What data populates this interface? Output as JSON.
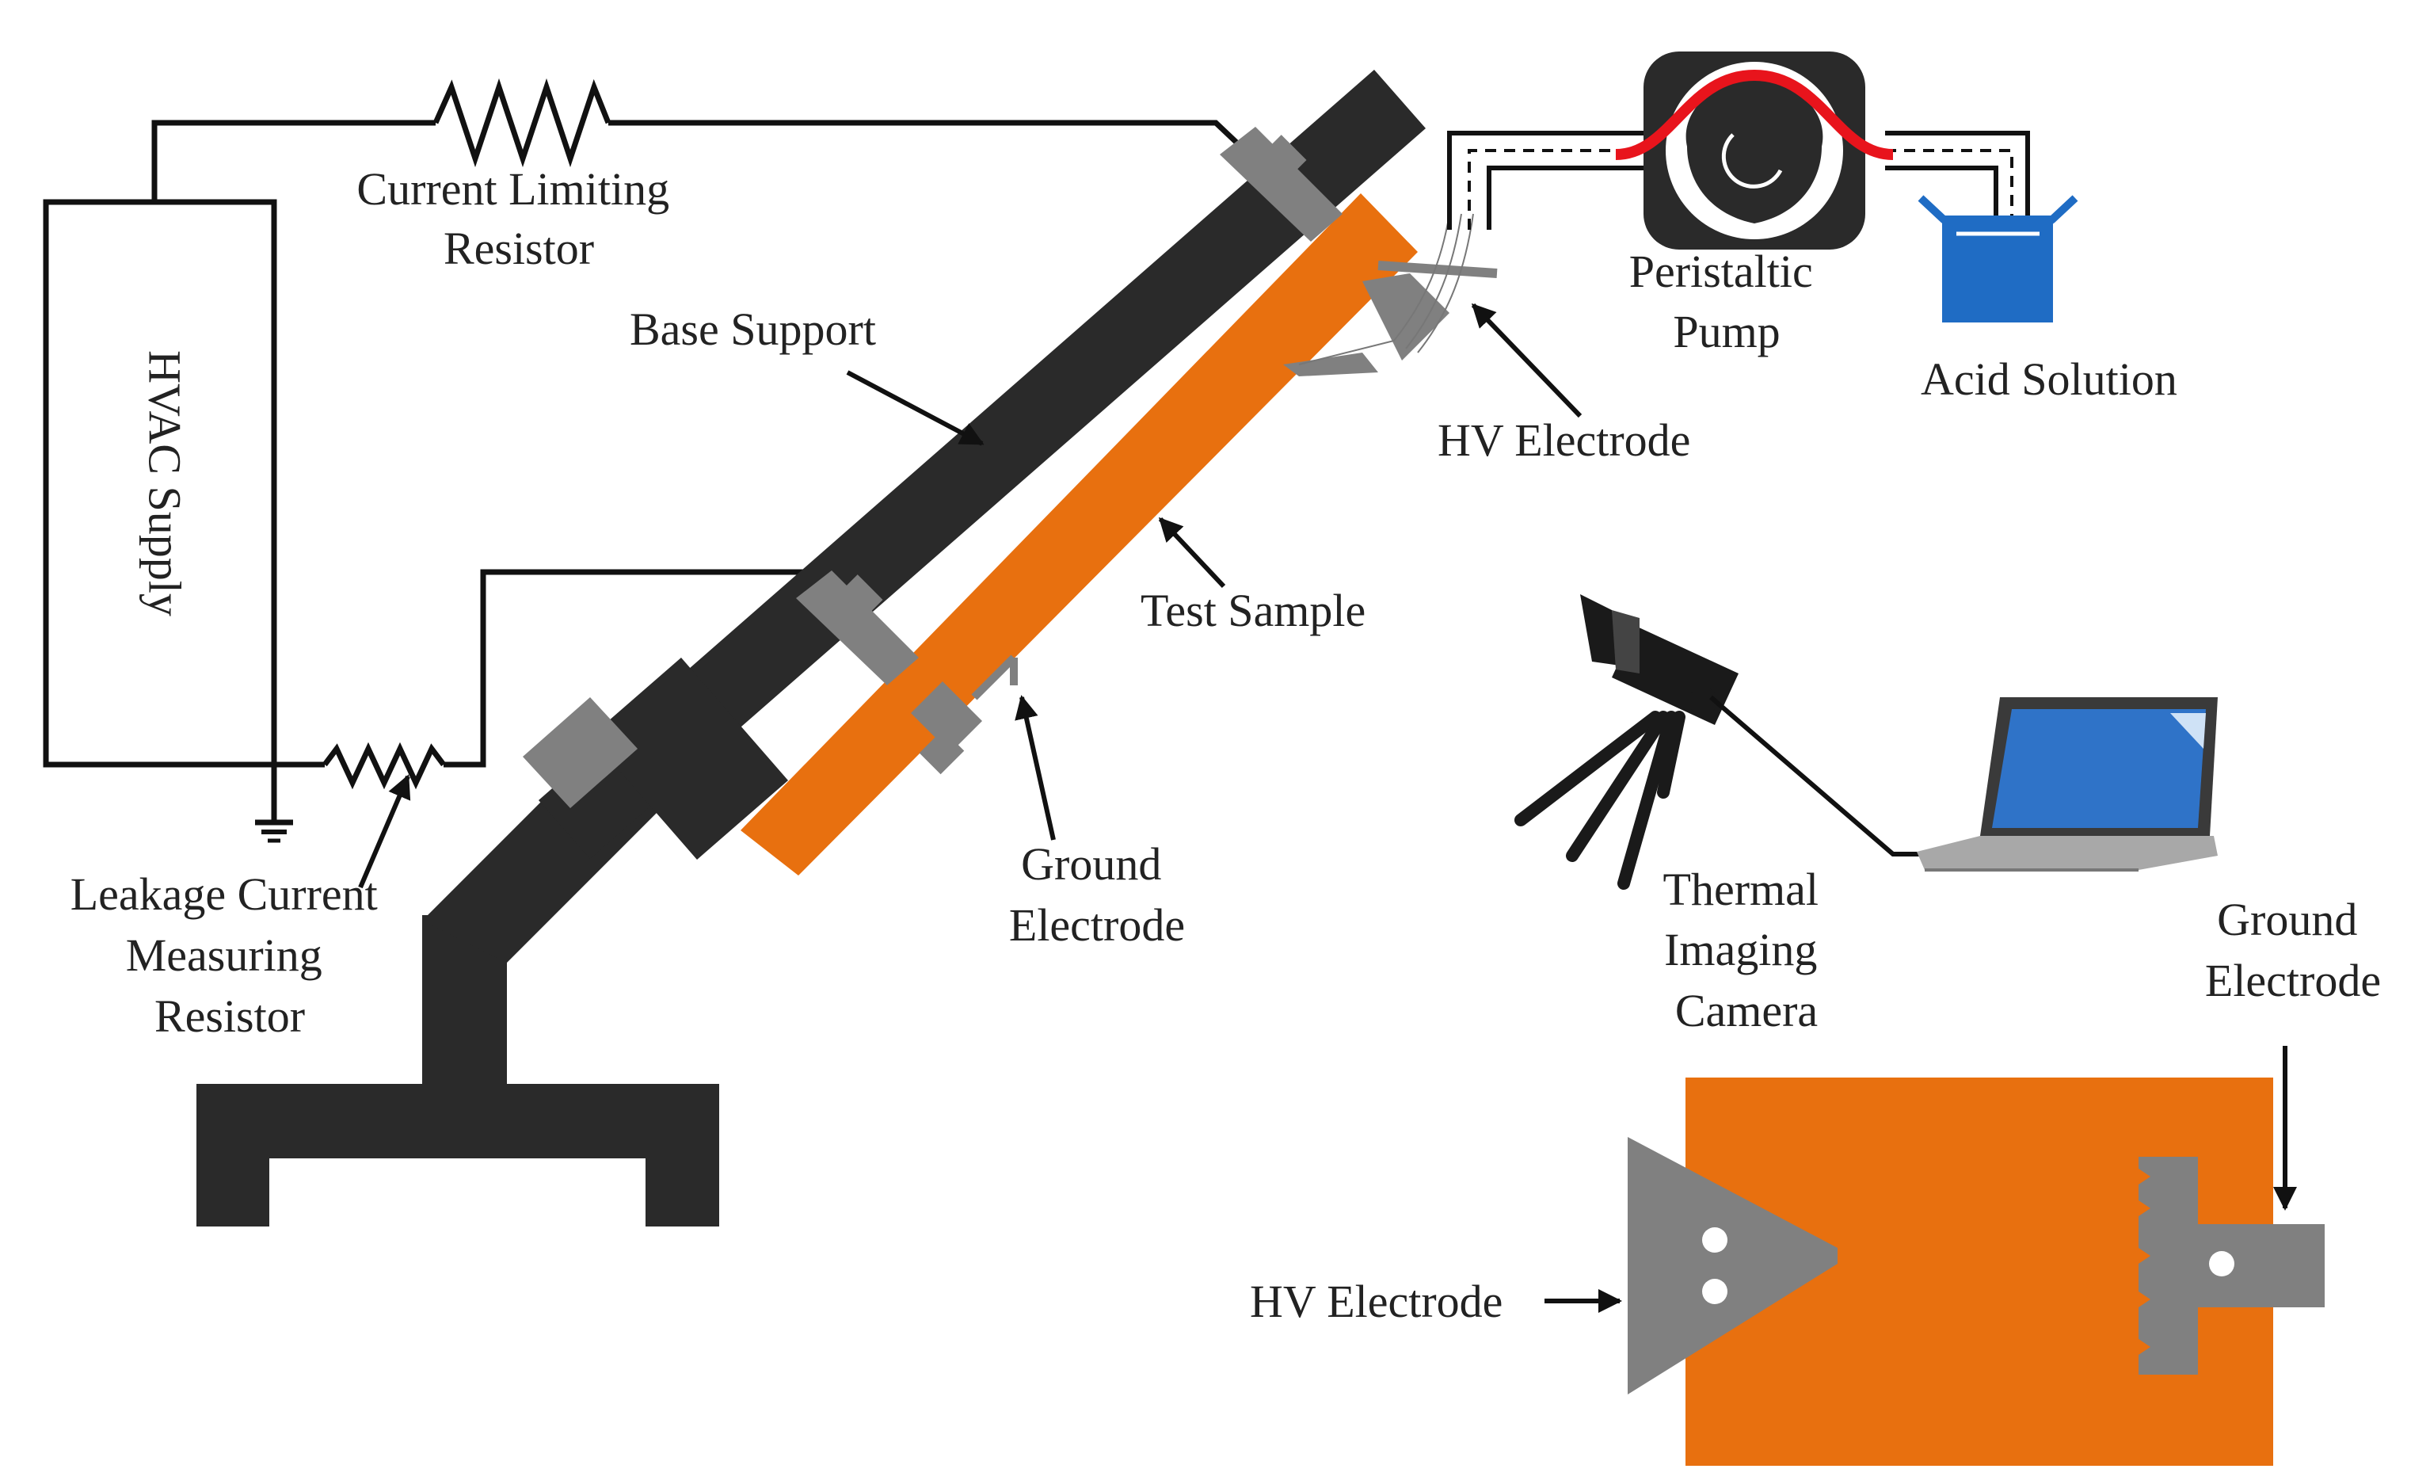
{
  "labels": {
    "current_limiting_resistor": [
      "Current Limiting",
      "Resistor"
    ],
    "hvac_supply": "HVAC Supply",
    "base_support": "Base Support",
    "peristaltic_pump": [
      "Peristaltic",
      "Pump"
    ],
    "acid_solution": "Acid Solution",
    "hv_electrode_top": "HV Electrode",
    "test_sample": "Test Sample",
    "leakage_current_resistor": [
      "Leakage Current",
      "Measuring",
      "Resistor"
    ],
    "ground_electrode_left": [
      "Ground",
      "Electrode"
    ],
    "thermal_imaging_camera": [
      "Thermal",
      "Imaging",
      "Camera"
    ],
    "ground_electrode_right": [
      "Ground",
      "Electrode"
    ],
    "hv_electrode_bottom": "HV Electrode"
  },
  "colors": {
    "support": "#2a2a2a",
    "sample": "#e8700f",
    "electrode": "#808080",
    "wire": "#111111",
    "tube": "#e8141c",
    "beaker": "#1f6cc4",
    "screen": "#2f73c8"
  }
}
